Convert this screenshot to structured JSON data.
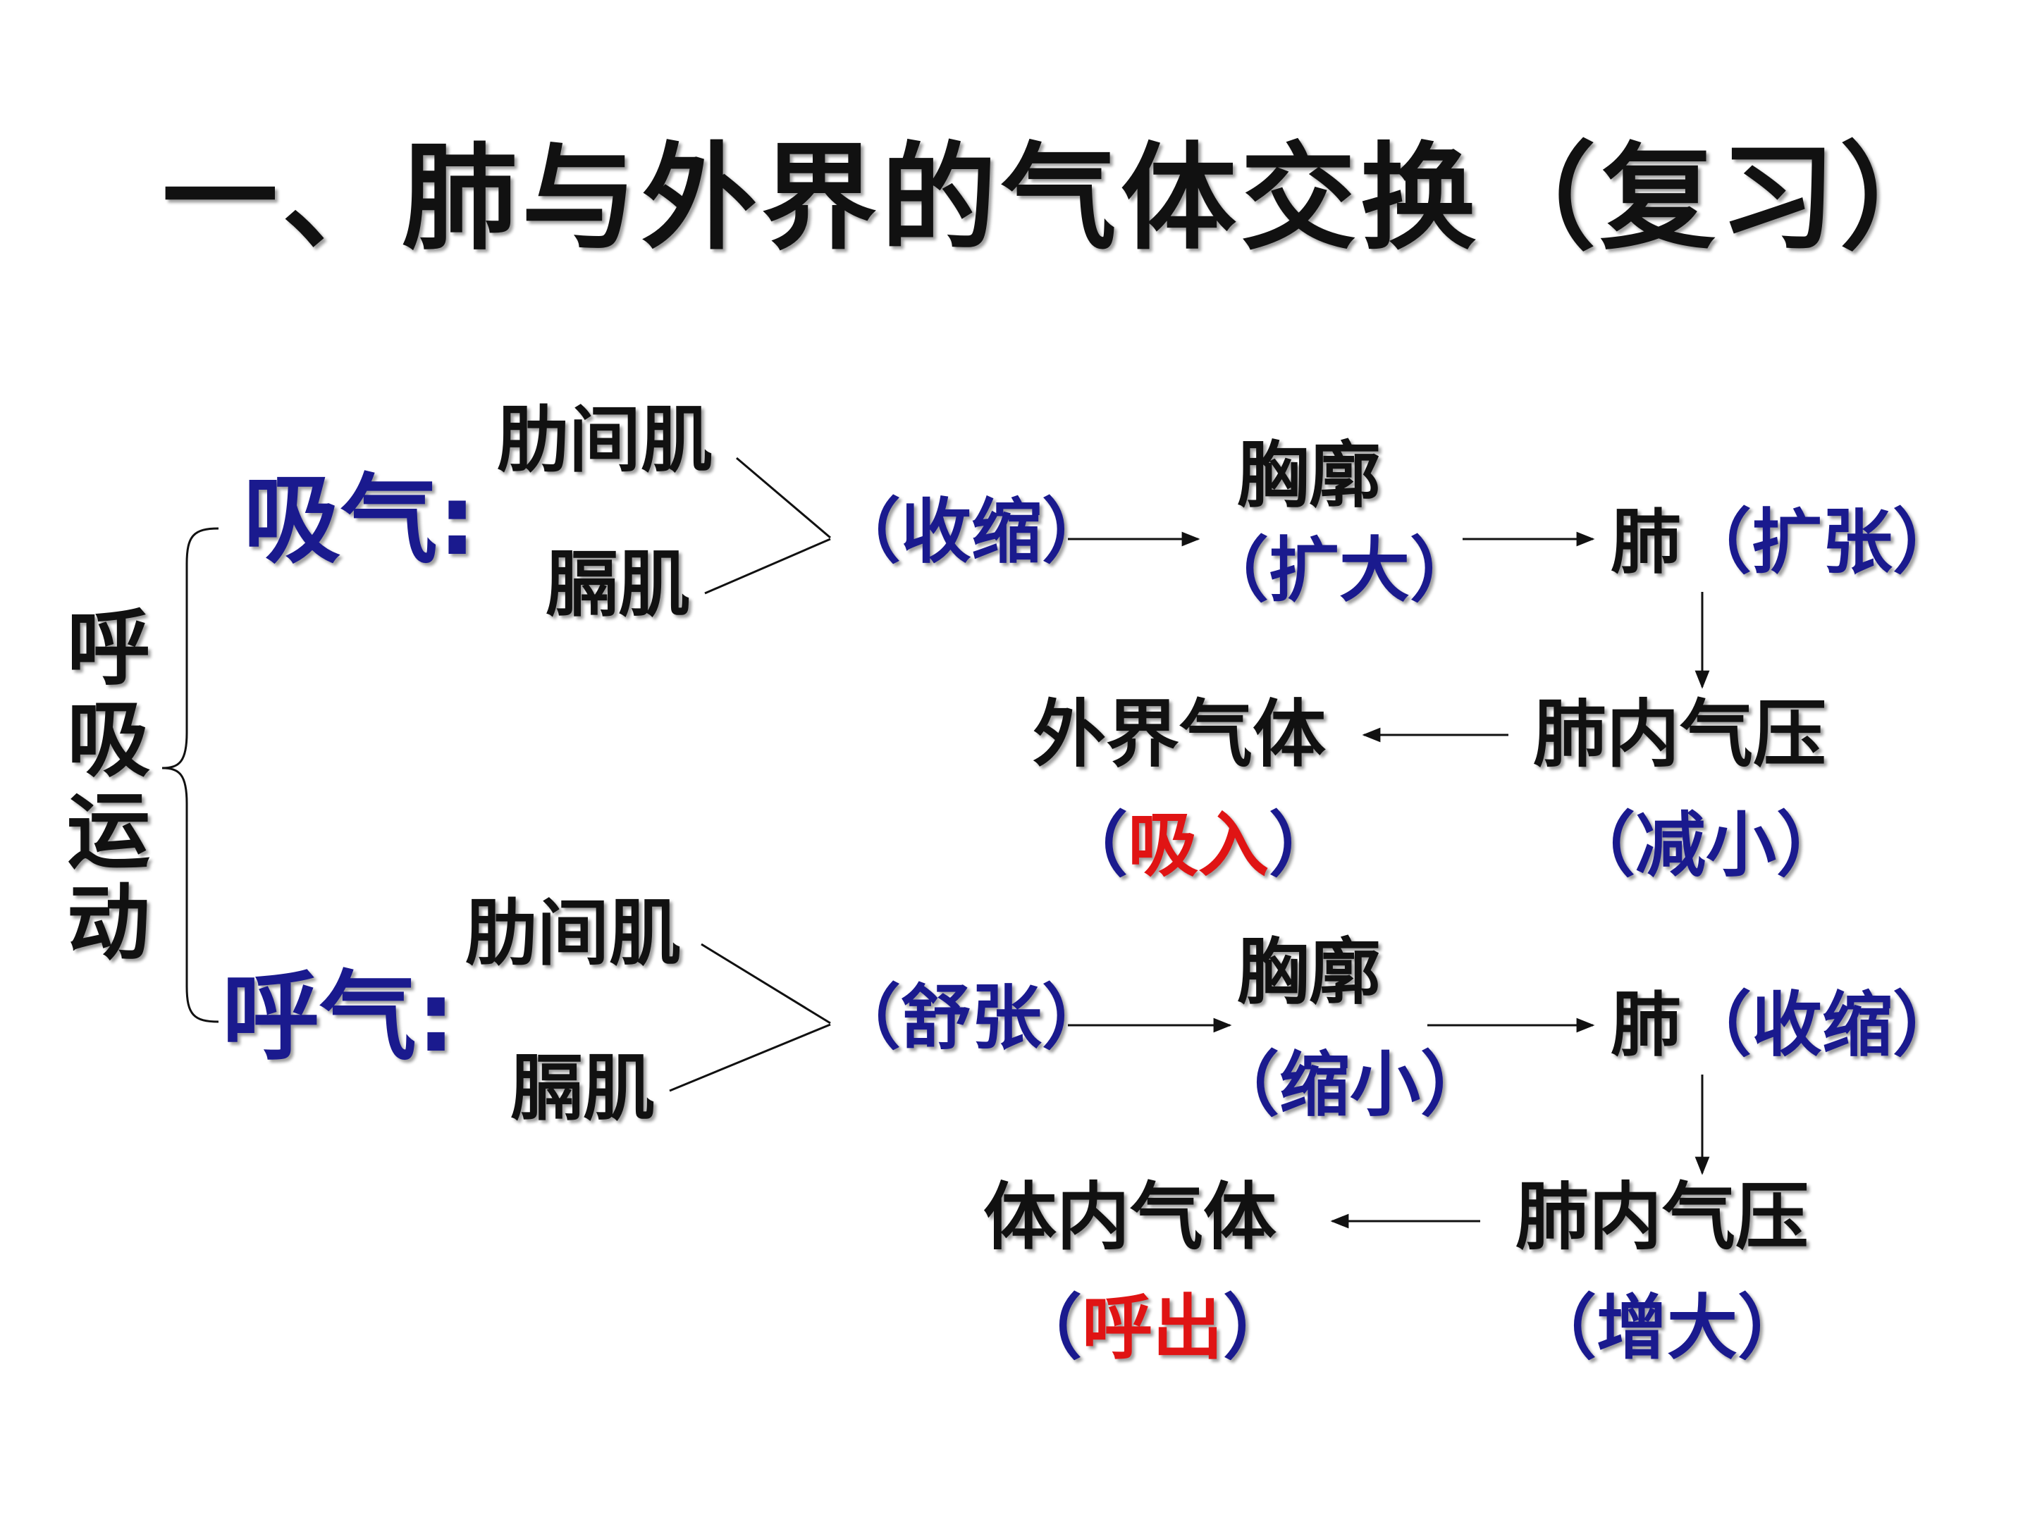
{
  "title": "一、肺与外界的气体交换（复习）",
  "root": {
    "label_chars": [
      "呼",
      "吸",
      "运",
      "动"
    ]
  },
  "inhale": {
    "heading": "吸气:",
    "muscle_1": "肋间肌",
    "muscle_2": "膈肌",
    "muscle_state": "收缩",
    "chest_label": "胸廓",
    "chest_state": "扩大",
    "lung_label": "肺",
    "lung_state": "扩张",
    "pressure_label": "肺内气压",
    "pressure_state": "减小",
    "gas_label": "外界气体",
    "gas_action": "吸入"
  },
  "exhale": {
    "heading": "呼气:",
    "muscle_1": "肋间肌",
    "muscle_2": "膈肌",
    "muscle_state": "舒张",
    "chest_label": "胸廓",
    "chest_state": "缩小",
    "lung_label": "肺",
    "lung_state": "收缩",
    "pressure_label": "肺内气压",
    "pressure_state": "增大",
    "gas_label": "体内气体",
    "gas_action": "呼出"
  },
  "colors": {
    "blue": "#1a1a8e",
    "red": "#e01414",
    "black": "#111111"
  }
}
